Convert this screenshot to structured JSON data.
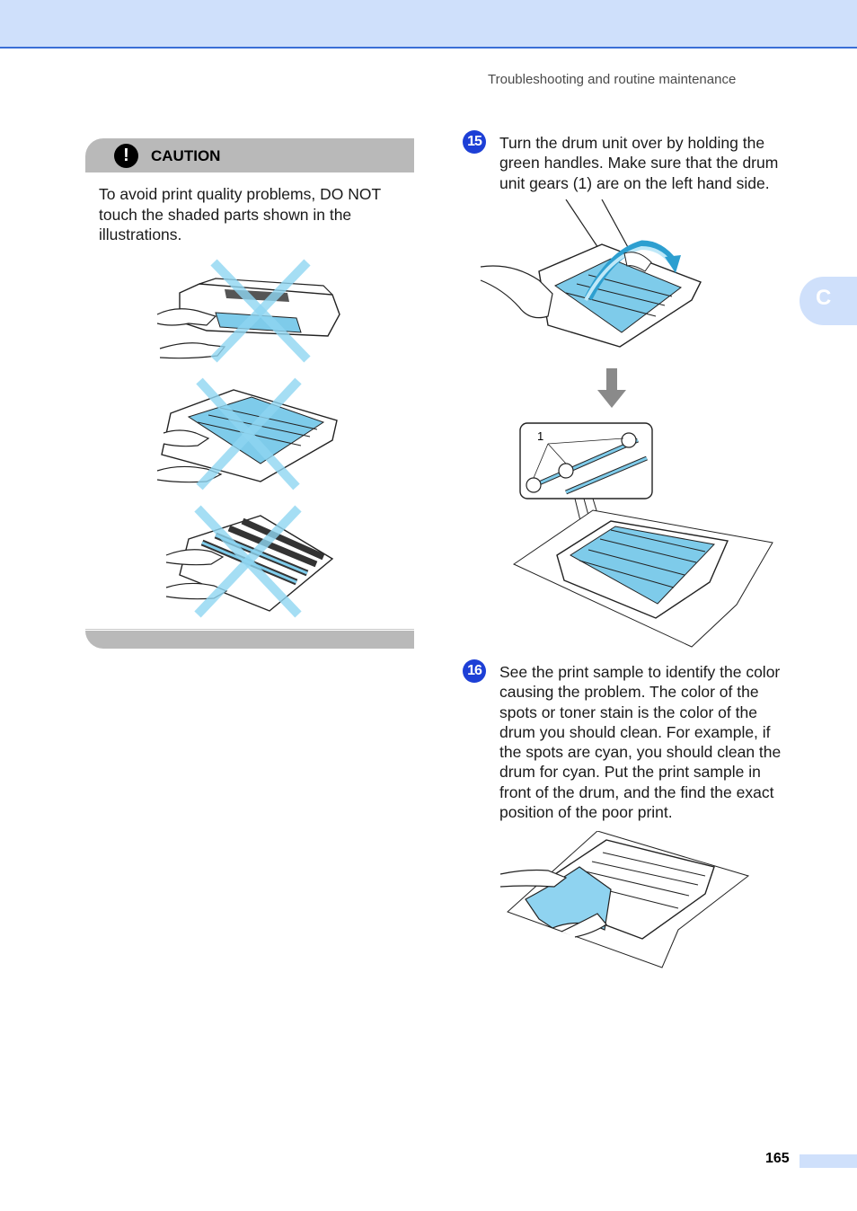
{
  "header": {
    "running_title": "Troubleshooting and routine maintenance"
  },
  "side_tab": {
    "label": "C"
  },
  "caution": {
    "icon": "exclamation-icon",
    "title": "CAUTION",
    "text": "To avoid print quality problems, DO NOT touch the shaded parts shown in the illustrations."
  },
  "steps": [
    {
      "number": "15",
      "text": "Turn the drum unit over by holding the green handles. Make sure that the drum unit gears (1) are on the left hand side."
    },
    {
      "number": "16",
      "text": "See the print sample to identify the color causing the problem. The color of the spots or toner stain is the color of the drum you should clean. For example, if the spots are cyan, you should clean the drum for cyan. Put the print sample in front of the drum, and the find the exact position of the poor print."
    }
  ],
  "callout_label": "1",
  "colors": {
    "accent_blue": "#1d3fd6",
    "highlight_cyan": "#7ecbea",
    "band": "#cfe0fb"
  },
  "footer": {
    "page_number": "165"
  }
}
